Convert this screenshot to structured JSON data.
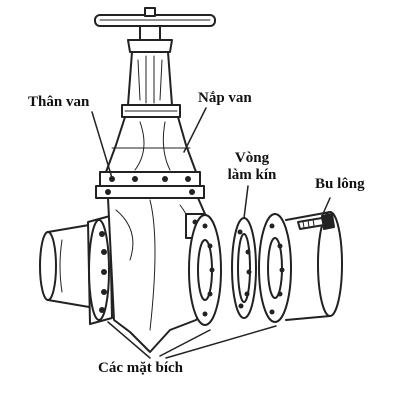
{
  "labels": {
    "body": "Thân van",
    "bonnet": "Nắp van",
    "gasket_line1": "Vòng",
    "gasket_line2": "làm kín",
    "bolt": "Bu lông",
    "flanges": "Các mặt bích"
  }
}
